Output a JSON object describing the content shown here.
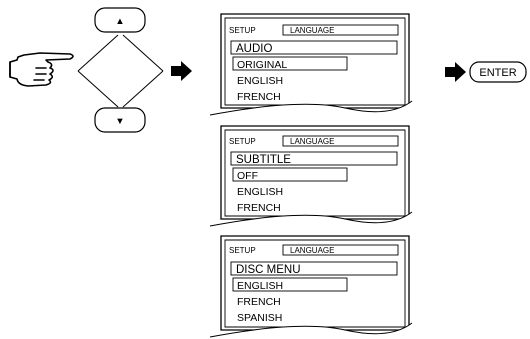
{
  "navigation": {
    "up_button_label": "▲",
    "down_button_label": "▼"
  },
  "enter_button": {
    "label": "ENTER"
  },
  "screens": [
    {
      "setup_label": "SETUP",
      "tab_label": "LANGUAGE",
      "menu_title": "AUDIO",
      "selected_option": "ORIGINAL",
      "options": [
        "ENGLISH",
        "FRENCH"
      ]
    },
    {
      "setup_label": "SETUP",
      "tab_label": "LANGUAGE",
      "menu_title": "SUBTITLE",
      "selected_option": "OFF",
      "options": [
        "ENGLISH",
        "FRENCH"
      ]
    },
    {
      "setup_label": "SETUP",
      "tab_label": "LANGUAGE",
      "menu_title": "DISC MENU",
      "selected_option": "ENGLISH",
      "options": [
        "FRENCH",
        "SPANISH"
      ]
    }
  ],
  "colors": {
    "ink": "#000000",
    "paper": "#ffffff"
  },
  "icons": [
    "pointing-hand-icon",
    "arrow-right-icon"
  ]
}
